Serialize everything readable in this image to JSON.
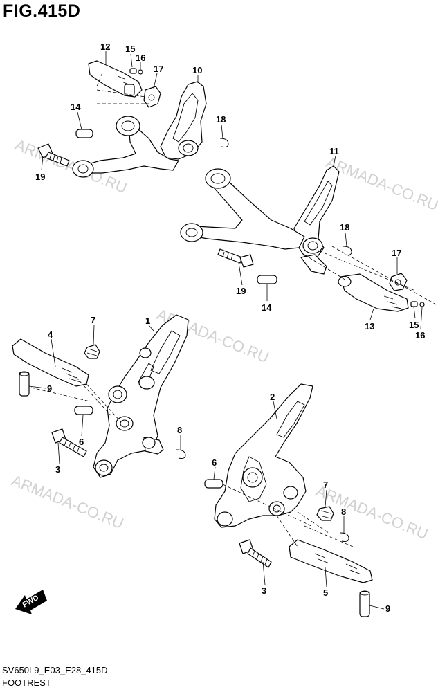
{
  "header": {
    "title": "FIG.415D"
  },
  "footer": {
    "code": "SV650L9_E03_E28_415D",
    "caption": "FOOTREST"
  },
  "watermark": "ARMADA-CO.RU",
  "fwd_label": "FWD",
  "callouts": [
    "12",
    "15",
    "16",
    "17",
    "10",
    "14",
    "18",
    "19",
    "11",
    "18",
    "17",
    "19",
    "14",
    "13",
    "15",
    "16",
    "7",
    "1",
    "4",
    "9",
    "6",
    "8",
    "3",
    "2",
    "6",
    "7",
    "8",
    "3",
    "5",
    "9"
  ]
}
